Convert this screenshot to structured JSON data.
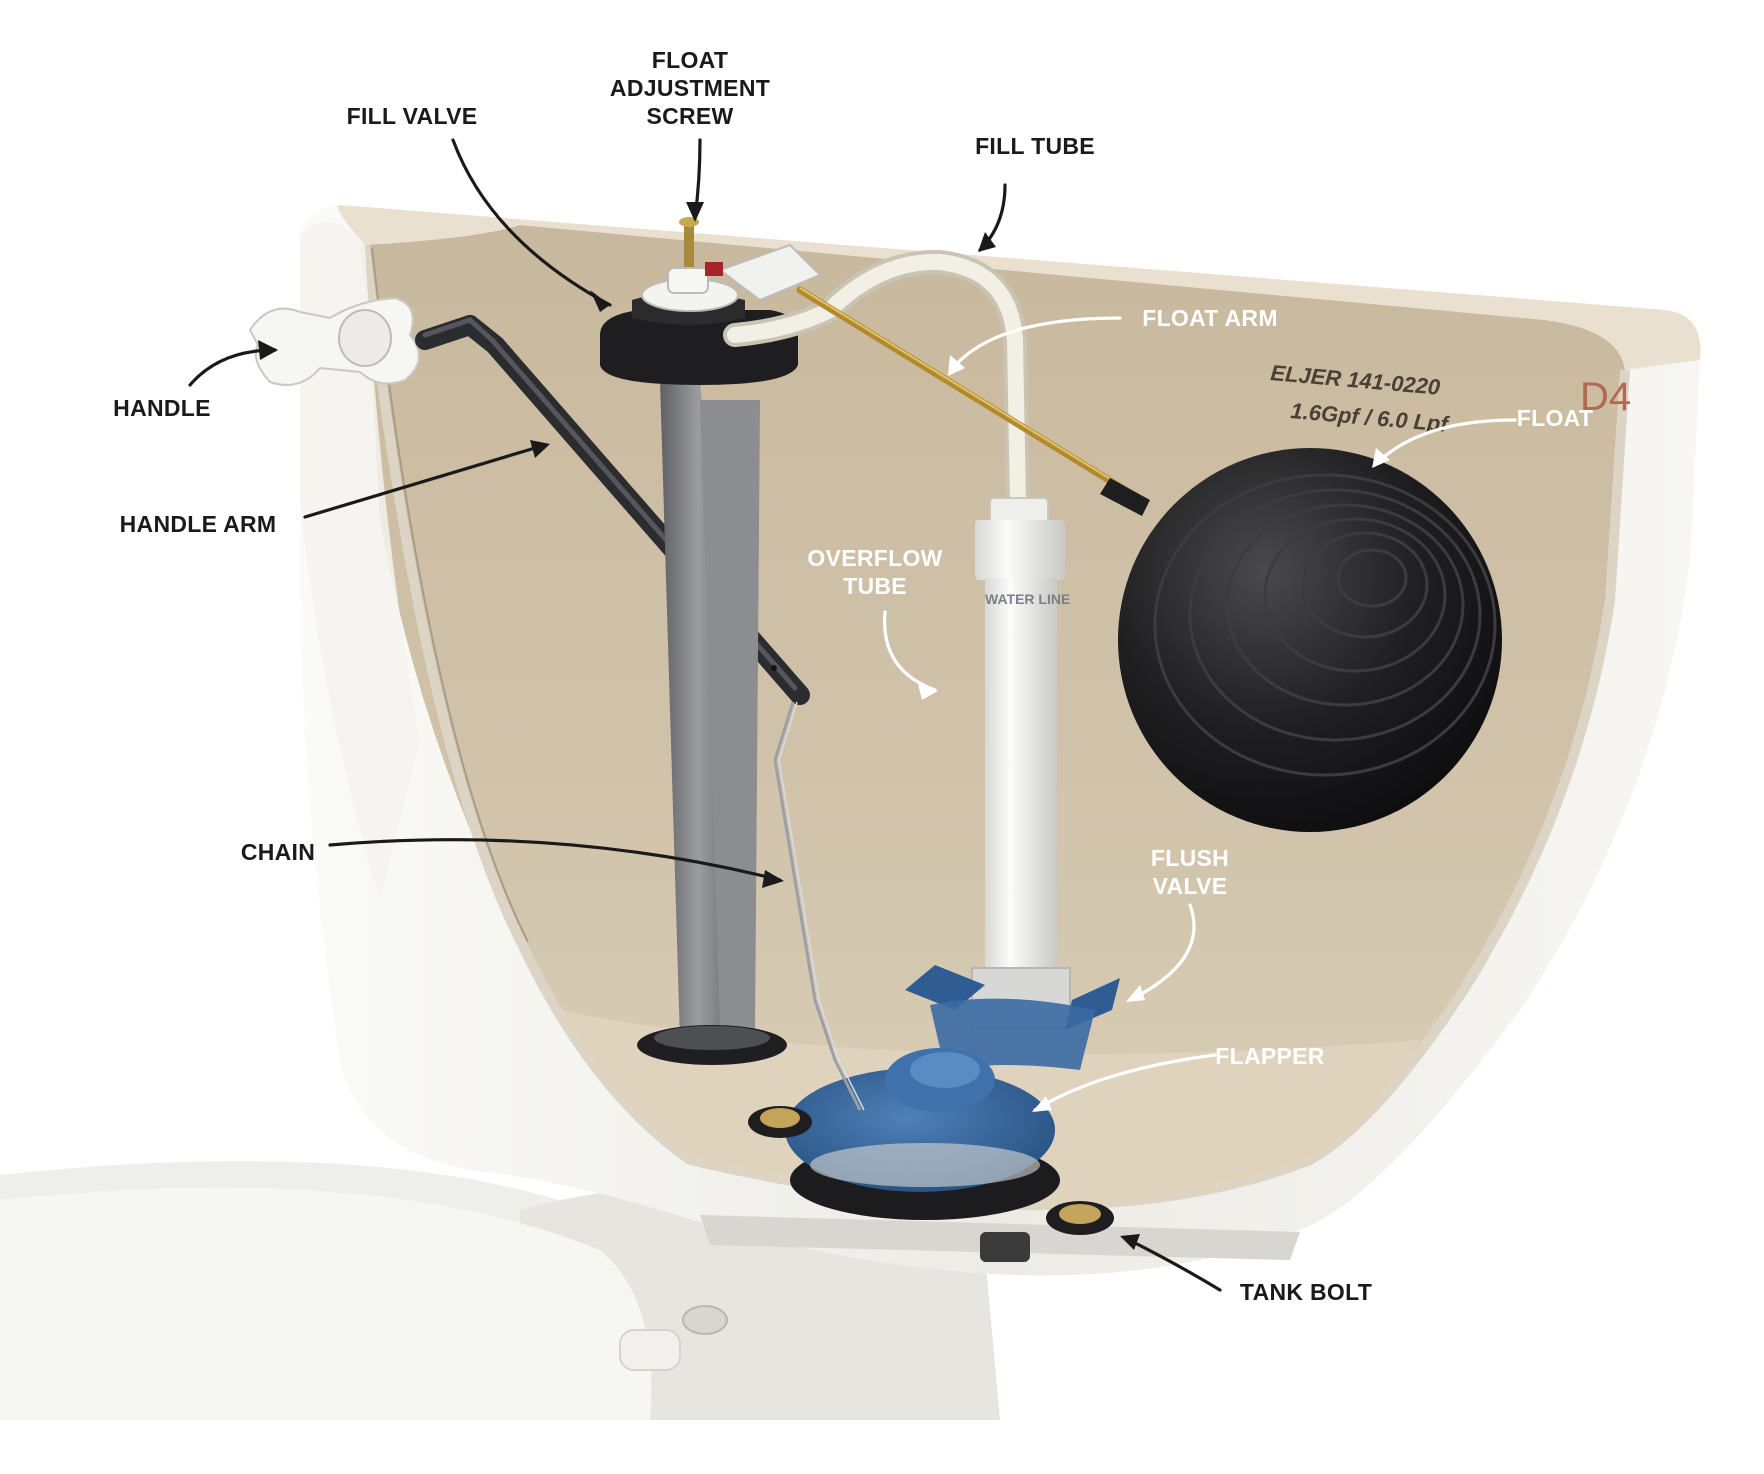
{
  "callouts": {
    "fill_valve": "FILL VALVE",
    "float_adjustment_screw": [
      "FLOAT",
      "ADJUSTMENT",
      "SCREW"
    ],
    "fill_tube": "FILL TUBE",
    "float_arm": "FLOAT ARM",
    "float": "FLOAT",
    "handle": "HANDLE",
    "handle_arm": "HANDLE ARM",
    "overflow_tube": [
      "OVERFLOW",
      "TUBE"
    ],
    "chain": "CHAIN",
    "flush_valve": [
      "FLUSH",
      "VALVE"
    ],
    "flapper": "FLAPPER",
    "tank_bolt": "TANK BOLT"
  },
  "tank_imprint": {
    "model": "ELJER 141-0220",
    "flow_rate": "1.6Gpf / 6.0 Lpf",
    "code": "D4"
  },
  "overflow_mark": "WATER LINE",
  "colors": {
    "porcelain": "#f2f1ec",
    "tank_interior": "#cdbfa6",
    "float_ball": "#1d1d1f",
    "flapper": "#2f5f96",
    "fill_valve_body": "#7d7f83",
    "label_text": "#1a1a1a"
  }
}
